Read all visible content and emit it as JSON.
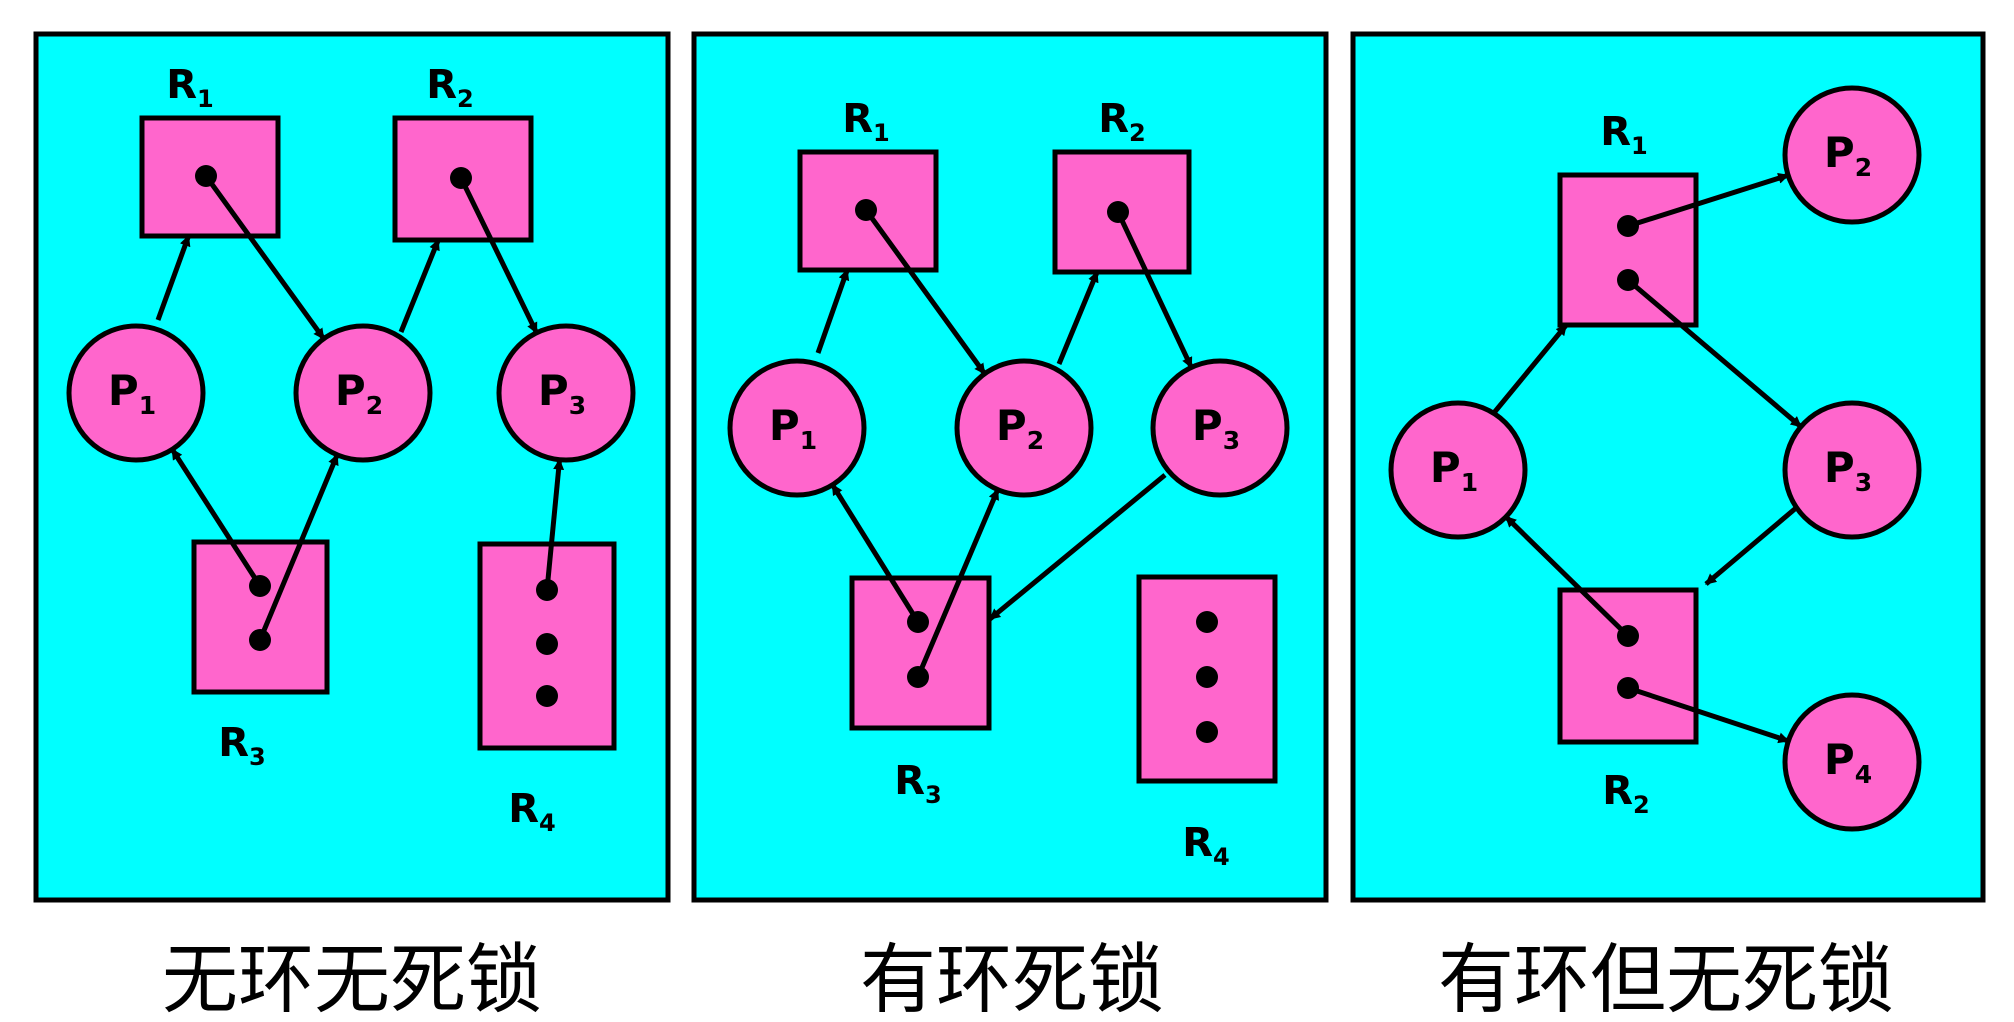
{
  "colors": {
    "panel_fill": "#00ffff",
    "node_fill": "#ff66cc",
    "stroke": "#000000"
  },
  "panels": [
    {
      "caption": "无环无死锁",
      "processes": [
        {
          "id": "P1",
          "base": "P",
          "sub": "1"
        },
        {
          "id": "P2",
          "base": "P",
          "sub": "2"
        },
        {
          "id": "P3",
          "base": "P",
          "sub": "3"
        }
      ],
      "resources": [
        {
          "id": "R1",
          "base": "R",
          "sub": "1",
          "instances": 1
        },
        {
          "id": "R2",
          "base": "R",
          "sub": "2",
          "instances": 1
        },
        {
          "id": "R3",
          "base": "R",
          "sub": "3",
          "instances": 2
        },
        {
          "id": "R4",
          "base": "R",
          "sub": "4",
          "instances": 3
        }
      ],
      "edges": [
        {
          "from": "P1",
          "to": "R1",
          "kind": "request"
        },
        {
          "from": "R1",
          "to": "P2",
          "kind": "assignment"
        },
        {
          "from": "P2",
          "to": "R2",
          "kind": "request"
        },
        {
          "from": "R2",
          "to": "P3",
          "kind": "assignment"
        },
        {
          "from": "R3",
          "to": "P1",
          "kind": "assignment"
        },
        {
          "from": "R3",
          "to": "P2",
          "kind": "assignment"
        },
        {
          "from": "R4",
          "to": "P3",
          "kind": "assignment"
        }
      ]
    },
    {
      "caption": "有环死锁",
      "processes": [
        {
          "id": "P1",
          "base": "P",
          "sub": "1"
        },
        {
          "id": "P2",
          "base": "P",
          "sub": "2"
        },
        {
          "id": "P3",
          "base": "P",
          "sub": "3"
        }
      ],
      "resources": [
        {
          "id": "R1",
          "base": "R",
          "sub": "1",
          "instances": 1
        },
        {
          "id": "R2",
          "base": "R",
          "sub": "2",
          "instances": 1
        },
        {
          "id": "R3",
          "base": "R",
          "sub": "3",
          "instances": 2
        },
        {
          "id": "R4",
          "base": "R",
          "sub": "4",
          "instances": 3
        }
      ],
      "edges": [
        {
          "from": "P1",
          "to": "R1",
          "kind": "request"
        },
        {
          "from": "R1",
          "to": "P2",
          "kind": "assignment"
        },
        {
          "from": "P2",
          "to": "R2",
          "kind": "request"
        },
        {
          "from": "R2",
          "to": "P3",
          "kind": "assignment"
        },
        {
          "from": "R3",
          "to": "P1",
          "kind": "assignment"
        },
        {
          "from": "R3",
          "to": "P2",
          "kind": "assignment"
        },
        {
          "from": "P3",
          "to": "R3",
          "kind": "request"
        }
      ]
    },
    {
      "caption": "有环但无死锁",
      "processes": [
        {
          "id": "P1",
          "base": "P",
          "sub": "1"
        },
        {
          "id": "P2",
          "base": "P",
          "sub": "2"
        },
        {
          "id": "P3",
          "base": "P",
          "sub": "3"
        },
        {
          "id": "P4",
          "base": "P",
          "sub": "4"
        }
      ],
      "resources": [
        {
          "id": "R1",
          "base": "R",
          "sub": "1",
          "instances": 2
        },
        {
          "id": "R2",
          "base": "R",
          "sub": "2",
          "instances": 2
        }
      ],
      "edges": [
        {
          "from": "P1",
          "to": "R1",
          "kind": "request"
        },
        {
          "from": "R1",
          "to": "P2",
          "kind": "assignment"
        },
        {
          "from": "R1",
          "to": "P3",
          "kind": "assignment"
        },
        {
          "from": "P3",
          "to": "R2",
          "kind": "request"
        },
        {
          "from": "R2",
          "to": "P1",
          "kind": "assignment"
        },
        {
          "from": "R2",
          "to": "P4",
          "kind": "assignment"
        }
      ]
    }
  ]
}
